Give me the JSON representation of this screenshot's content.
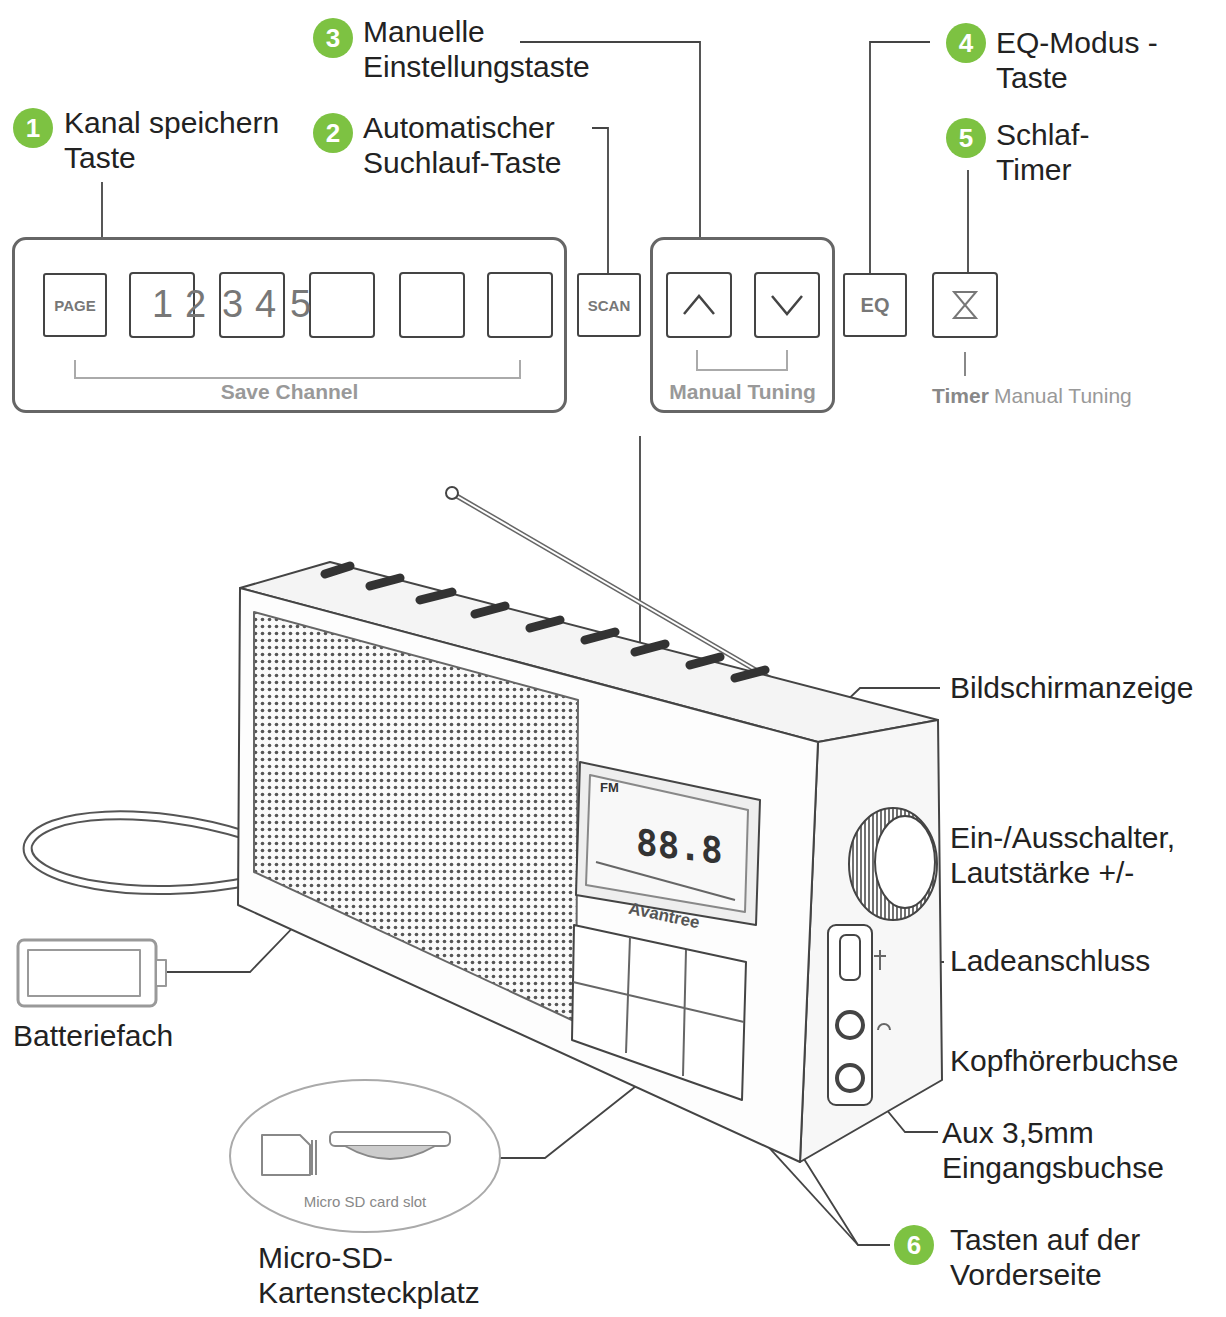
{
  "diagram": {
    "nodes": [
      {
        "text": [
          "Save Channel"
        ]
      },
      {
        "text": [
          "PAGE"
        ],
        "in": 0
      },
      {
        "text": [
          "SCAN"
        ]
      },
      {
        "text": [
          "Manual Tuning"
        ]
      },
      {
        "text": [
          "EQ"
        ]
      },
      {
        "text": [
          "Micro SD card slot"
        ]
      }
    ],
    "labels": [
      "1",
      "Kanal speichern Taste",
      "2",
      "Automatischer Suchlauf-Taste",
      "3",
      "Manuelle Einstellungstaste",
      "4",
      "EQ-Modus -Taste",
      "5",
      "Schlaf- Timer",
      "1",
      "2",
      "3",
      "4",
      "5",
      "Timer",
      "Manual Tuning",
      "FM",
      "88.8",
      "Avantree",
      "Bildschirmanzeige",
      "Ein-/Ausschalter, Lautstärke +/-",
      "Ladeanschluss",
      "Kopfhörerbuchse",
      "Aux 3,5mm Eingangsbuchse",
      "Batteriefach",
      "Micro-SD- Kartensteckplatz",
      "6",
      "Tasten auf der Vorderseite"
    ]
  }
}
